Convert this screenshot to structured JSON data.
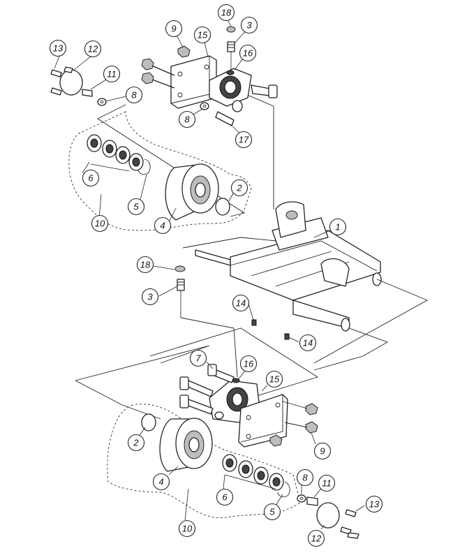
{
  "diagram": {
    "callouts": [
      {
        "id": "c18-top",
        "label": "18"
      },
      {
        "id": "c3-top",
        "label": "3"
      },
      {
        "id": "c9-top",
        "label": "9"
      },
      {
        "id": "c15-top",
        "label": "15"
      },
      {
        "id": "c16-top",
        "label": "16"
      },
      {
        "id": "c13-top",
        "label": "13"
      },
      {
        "id": "c12-top",
        "label": "12"
      },
      {
        "id": "c11-top",
        "label": "11"
      },
      {
        "id": "c8-topleft",
        "label": "8"
      },
      {
        "id": "c8-topmid",
        "label": "8"
      },
      {
        "id": "c17-top",
        "label": "17"
      },
      {
        "id": "c6-top",
        "label": "6"
      },
      {
        "id": "c2-top",
        "label": "2"
      },
      {
        "id": "c5-top",
        "label": "5"
      },
      {
        "id": "c4-top",
        "label": "4"
      },
      {
        "id": "c10-top",
        "label": "10"
      },
      {
        "id": "c1",
        "label": "1"
      },
      {
        "id": "c18-mid",
        "label": "18"
      },
      {
        "id": "c3-mid",
        "label": "3"
      },
      {
        "id": "c14-a",
        "label": "14"
      },
      {
        "id": "c14-b",
        "label": "14"
      },
      {
        "id": "c7",
        "label": "7"
      },
      {
        "id": "c16-bot",
        "label": "16"
      },
      {
        "id": "c15-bot",
        "label": "15"
      },
      {
        "id": "c2-bot",
        "label": "2"
      },
      {
        "id": "c9-bot",
        "label": "9"
      },
      {
        "id": "c4-bot",
        "label": "4"
      },
      {
        "id": "c8-bot",
        "label": "8"
      },
      {
        "id": "c11-bot",
        "label": "11"
      },
      {
        "id": "c6-bot",
        "label": "6"
      },
      {
        "id": "c13-bot",
        "label": "13"
      },
      {
        "id": "c5-bot",
        "label": "5"
      },
      {
        "id": "c12-bot",
        "label": "12"
      },
      {
        "id": "c10-bot",
        "label": "10"
      }
    ]
  }
}
